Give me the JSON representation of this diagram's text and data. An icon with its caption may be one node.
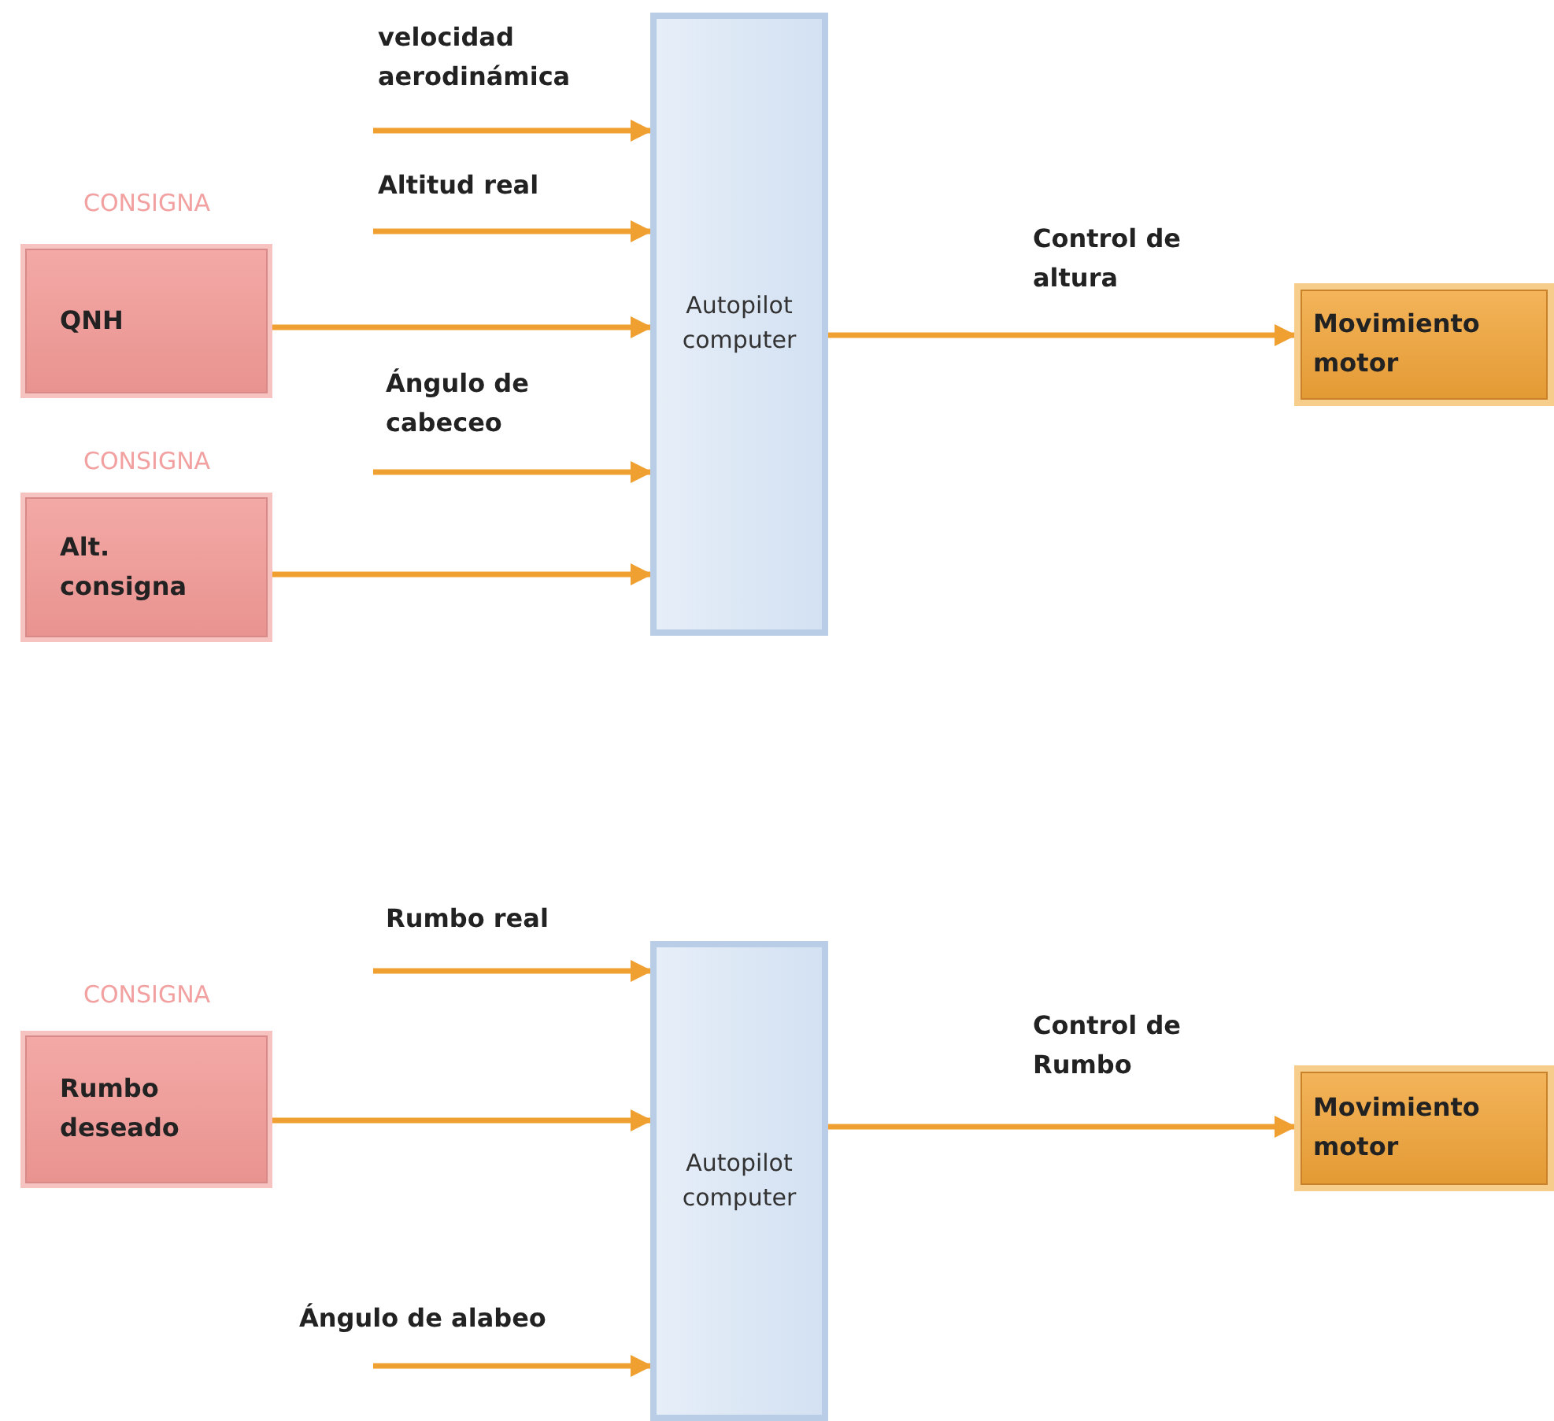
{
  "diagram": {
    "nodes": [
      {
        "text": [
          "CONSIGNA",
          "QNH"
        ]
      },
      {
        "text": [
          "CONSIGNA",
          "Alt. consigna"
        ]
      },
      {
        "text": [
          "Autopilot computer"
        ]
      },
      {
        "text": [
          "Movimiento motor"
        ]
      },
      {
        "text": [
          "CONSIGNA",
          "Rumbo deseado"
        ]
      },
      {
        "text": [
          "Autopilot computer"
        ]
      },
      {
        "text": [
          "Movimiento motor"
        ]
      }
    ],
    "edges": [
      {
        "from": null,
        "to": 2,
        "arrow": "to",
        "label": "velocidad aerodinámica"
      },
      {
        "from": null,
        "to": 2,
        "arrow": "to",
        "label": "Altitud real"
      },
      {
        "from": 0,
        "to": 2,
        "arrow": "to"
      },
      {
        "from": null,
        "to": 2,
        "arrow": "to",
        "label": "Ángulo de cabeceo"
      },
      {
        "from": 1,
        "to": 2,
        "arrow": "to"
      },
      {
        "from": 2,
        "to": 3,
        "arrow": "to",
        "label": "Control de altura"
      },
      {
        "from": null,
        "to": 5,
        "arrow": "to",
        "label": "Rumbo real"
      },
      {
        "from": 4,
        "to": 5,
        "arrow": "to"
      },
      {
        "from": null,
        "to": 5,
        "arrow": "to",
        "label": "Ángulo de alabeo"
      },
      {
        "from": 5,
        "to": 6,
        "arrow": "to",
        "label": "Control de Rumbo"
      }
    ]
  }
}
